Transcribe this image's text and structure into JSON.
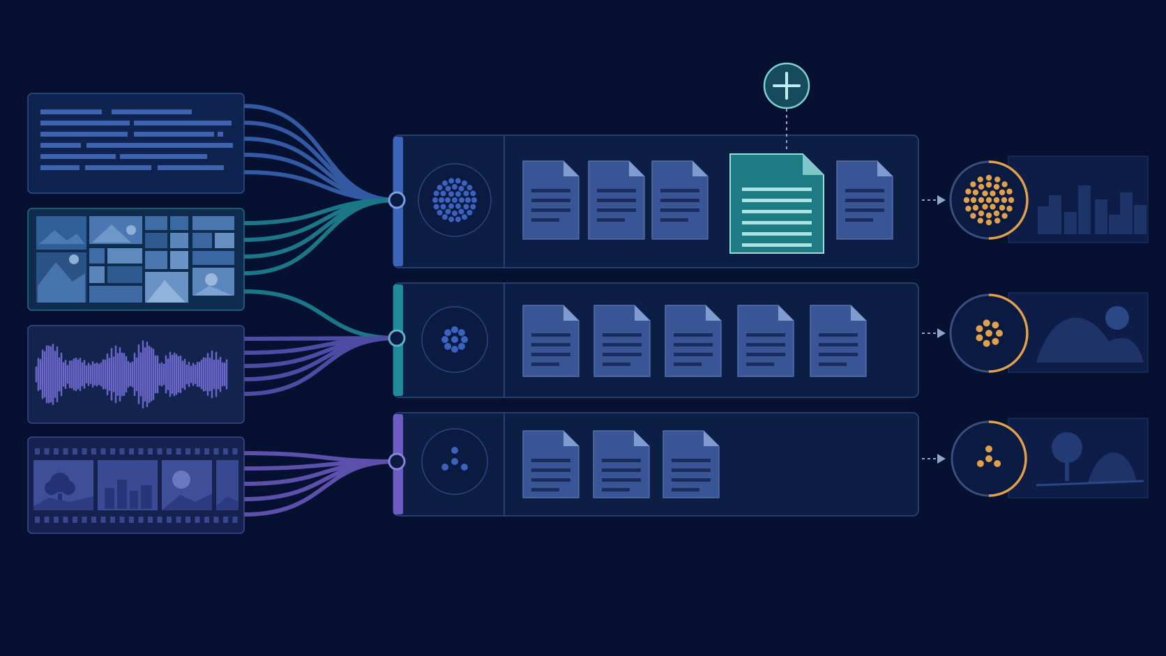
{
  "colors": {
    "background": "#061030",
    "panel": "#0d1e45",
    "panel_border": "#2f4a80",
    "document": "#3a5596",
    "document_highlight": "#1e7a83",
    "text_source": "#3b66b8",
    "image_source": "#1f8a98",
    "audio_source": "#5a56b8",
    "video_source": "#6d5cc2",
    "accent_orange": "#e0a04c"
  },
  "sources": [
    {
      "kind": "text",
      "icon": "text-lines-icon"
    },
    {
      "kind": "image",
      "icon": "image-collage-icon"
    },
    {
      "kind": "audio",
      "icon": "audio-waveform-icon"
    },
    {
      "kind": "video",
      "icon": "film-strip-icon"
    }
  ],
  "buckets": [
    {
      "documents": 5,
      "highlighted_document": 4,
      "cluster_icon": "dense-dot-cluster-icon",
      "output_thumbnail": "city-skyline-icon"
    },
    {
      "documents": 5,
      "highlighted_document": null,
      "cluster_icon": "medium-dot-cluster-icon",
      "output_thumbnail": "hills-sun-icon"
    },
    {
      "documents": 3,
      "highlighted_document": null,
      "cluster_icon": "sparse-dot-cluster-icon",
      "output_thumbnail": "tree-hill-icon"
    }
  ],
  "add_button_icon": "plus-icon"
}
